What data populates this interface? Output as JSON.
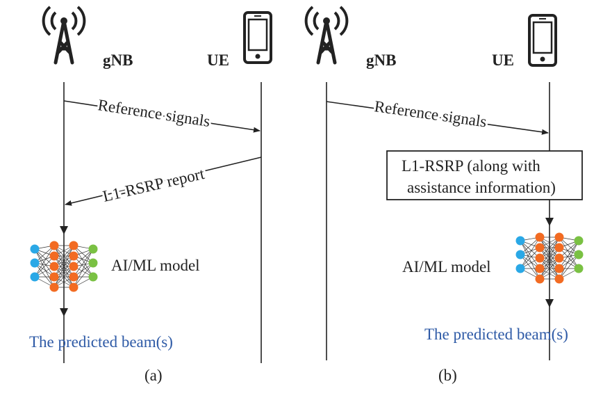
{
  "panel_a": {
    "gnb_label": "gNB",
    "ue_label": "UE",
    "ref_signals": "Reference signals",
    "report": "L1-RSRP report",
    "model": "AI/ML model",
    "predicted": "The predicted beam(s)",
    "caption": "(a)"
  },
  "panel_b": {
    "gnb_label": "gNB",
    "ue_label": "UE",
    "ref_signals": "Reference signals",
    "box_line1": "L1-RSRP  (along with",
    "box_line2": "assistance information)",
    "model": "AI/ML model",
    "predicted": "The predicted beam(s)",
    "caption": "(b)"
  },
  "colors": {
    "input_node": "#2aa8e6",
    "hidden_node": "#f26b22",
    "output_node": "#7ac143",
    "predicted_text": "#2e5aa6"
  }
}
